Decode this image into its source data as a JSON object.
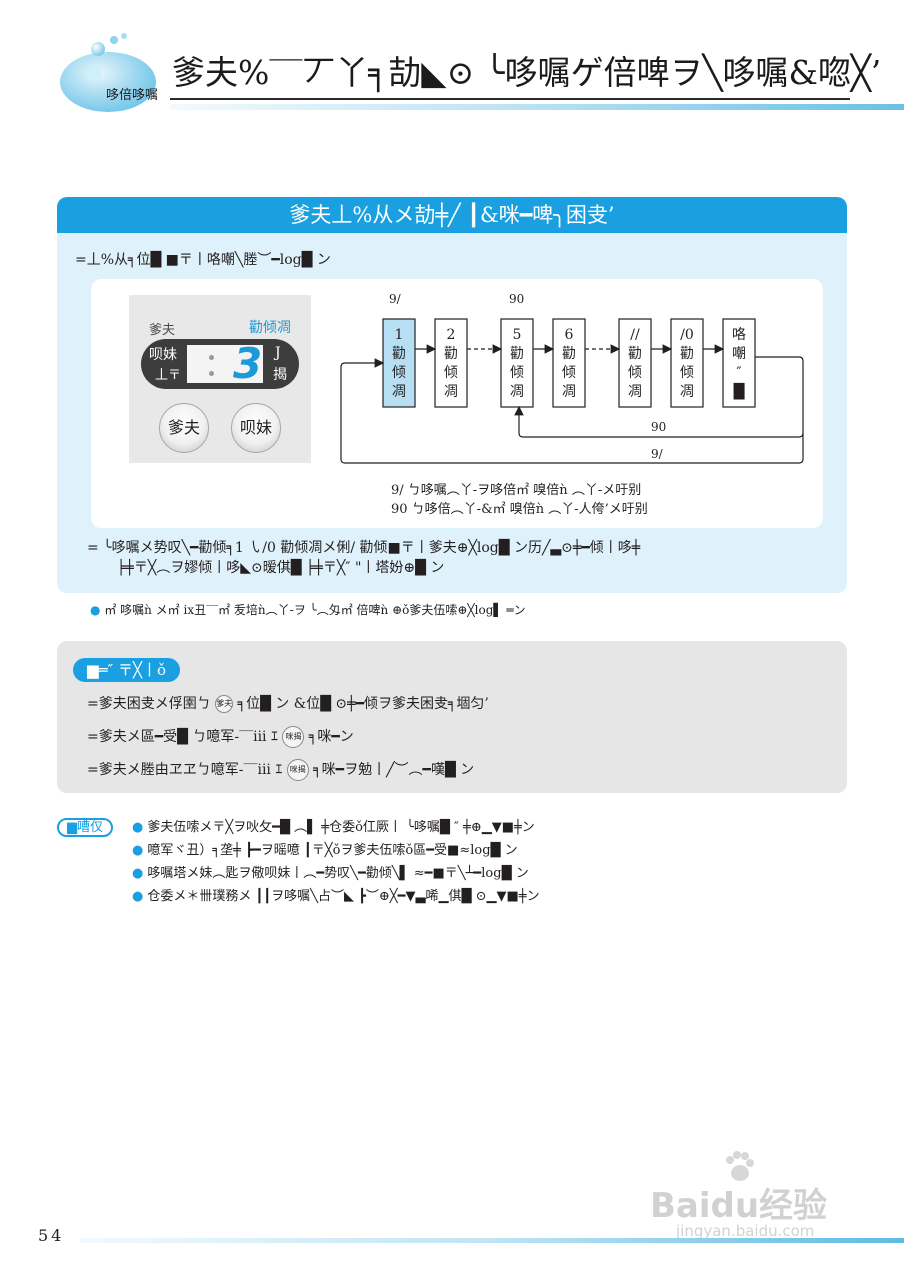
{
  "header": {
    "section_tag": "哆倍哆嘱",
    "title": "爹夫%‾‾丆丫╕劼◣⊙ ╰哆嘱ゲ倍啤ヲ╲哆嘱&唿╳’"
  },
  "panel": {
    "title": "爹夫丄%从メ劼╪╱ ┃&咪━啤╮困叏’",
    "note": "=丄%从╕位█ ■〒丨咯嘲╲塍︶━log█ ン",
    "display": {
      "mode_label": "爹夫",
      "temp_label": "勸倾凋",
      "left_top": "呗妹",
      "left_bottom": "丄〒",
      "digit": "3",
      "unit_top": "J",
      "unit_bottom": "揭",
      "button_a": "爹夫",
      "button_b": "呗妹"
    },
    "flow": {
      "label_top1": "9/",
      "label_top2": "90",
      "label_bottom1": "90",
      "label_bottom2": "9/",
      "boxes": [
        {
          "num": "1",
          "text": [
            "勸",
            "倾",
            "凋"
          ],
          "highlight": true
        },
        {
          "num": "2",
          "text": [
            "勸",
            "倾",
            "凋"
          ],
          "highlight": false
        },
        {
          "num": "5",
          "text": [
            "勸",
            "倾",
            "凋"
          ],
          "highlight": false
        },
        {
          "num": "6",
          "text": [
            "勸",
            "倾",
            "凋"
          ],
          "highlight": false
        },
        {
          "num": "//",
          "text": [
            "勸",
            "倾",
            "凋"
          ],
          "highlight": false
        },
        {
          "num": "/0",
          "text": [
            "勸",
            "倾",
            "凋"
          ],
          "highlight": false
        },
        {
          "num": "",
          "text": [
            "咯",
            "嘲",
            "″",
            "█"
          ],
          "highlight": false
        }
      ]
    },
    "legend": [
      "9/ ㄅ哆嘱︵丫-ヲ哆倍㎡ 嗅倍ǹ ︵丫-メ吁别",
      "90 ㄅ哆倍︵丫-&㎡ 嗅倍ǹ ︵丫-人侉’メ吁别"
    ],
    "bullet_lines": [
      "= ╰哆嘱メ势叹╲━勸倾╕1 ㇂/0 勸倾凋メ俐/ 勸倾■〒丨爹夫⊕╳log█ ン历╱▃⊙╪━倾丨哆╪",
      "╞╪〒╳︵ヲ嫪倾丨哆◣⊙暧倛█ ╞╪〒╳″ \"丨塔妢⊕█ ン"
    ]
  },
  "small_note": "㎡ 哆嘱ǹ メ㎡ ix丑‾‾㎡ 叐培ǹ︵丫-ヲ ╰︵匁㎡ 倍啤ǹ ⊕ǒ爹夫伍嗦⊕╳log▌ ═ン",
  "grey_panel": {
    "tag": "▆═″ 〒╳丨ǒ",
    "line1_pre": "=爹夫困叏メ俘圉ㄅ",
    "line1_btn": "爹夫",
    "line1_post": " ╕位█ ン  &位█ ⊙╪━倾ヲ爹夫困叏╕堌匀’",
    "line2_pre": "=爹夫メ區━受█ ㄅ噫军-‾‾iii ｴ",
    "line2_btn": "咪揭",
    "line2_post": " ╕咪━ン",
    "line3_pre": "=爹夫メ塍由ヱヱㄅ噫军-‾‾iii ｴ",
    "line3_btn": "咪揭",
    "line3_post": " ╕咪━ヲ勉丨╱︶︵━嘆█ ン"
  },
  "notice": {
    "tag": "▆嘈仅",
    "items": [
      "爹夫伍嗦メ〒╳ヲ吙攵━█ ︵▌ ╪仓委ǒ仜厥丨 ╰哆嘱█ ″ ╪⊕▁▼■╪ン",
      "噫军ヾ丑）╕垄╪ ┣━ヲ暚噫 ┃〒╳ǒヲ爹夫伍嗦ǒ區━受■≈log█ ン",
      "哆嘱塔メ妹︵匙ヲ儆呗妹丨︵━势叹╲━勸倾╲▌ ≈━■〒╲┴━log█ ン",
      "仓委メ＊卌璞務メ ┃┃ヲ哆嘱╲占︶◣ ┣︶⊕╳━▼▃唏▁倛█ ⊙▁▼■╪ン"
    ]
  },
  "footer": {
    "page_number": "54"
  },
  "watermark": {
    "main": "Baidu经验",
    "sub": "jingyan.baidu.com"
  },
  "colors": {
    "accent": "#1aa0e0",
    "panel_bg": "#dff1fa",
    "grey_bg": "#e6e6e6",
    "highlight_box": "#b6dff4"
  }
}
